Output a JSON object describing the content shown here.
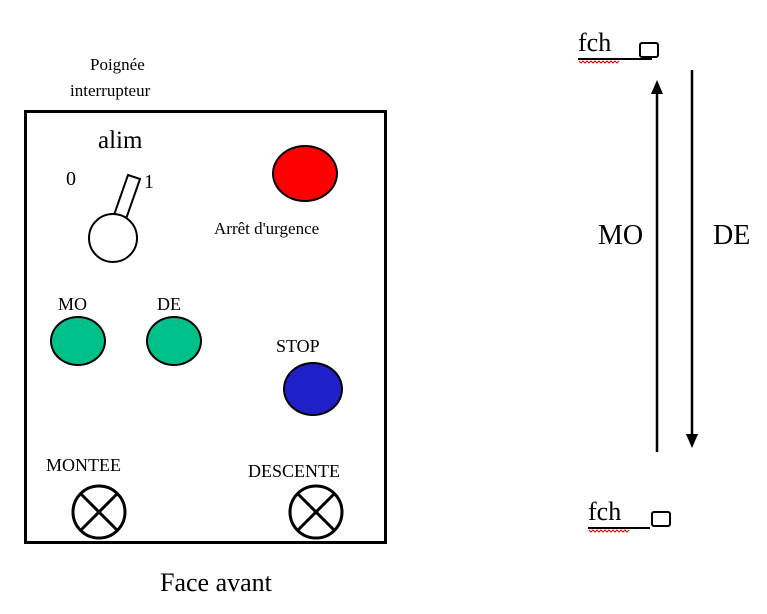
{
  "panel": {
    "handle_label_line1": "Poignée",
    "handle_label_line2": "interrupteur",
    "alim_label": "alim",
    "switch_off": "0",
    "switch_on": "1",
    "emergency_label": "Arrêt d'urgence",
    "mo_label": "MO",
    "de_label": "DE",
    "stop_label": "STOP",
    "montee_label": "MONTEE",
    "descente_label": "DESCENTE",
    "caption": "Face avant"
  },
  "colors": {
    "emergency": "#ff0000",
    "mo_de": "#00c08a",
    "stop": "#2020c8",
    "knob": "#ffffff"
  },
  "diagram": {
    "top_switch_label": "fch",
    "bottom_switch_label": "fch",
    "up_label": "MO",
    "down_label": "DE"
  }
}
